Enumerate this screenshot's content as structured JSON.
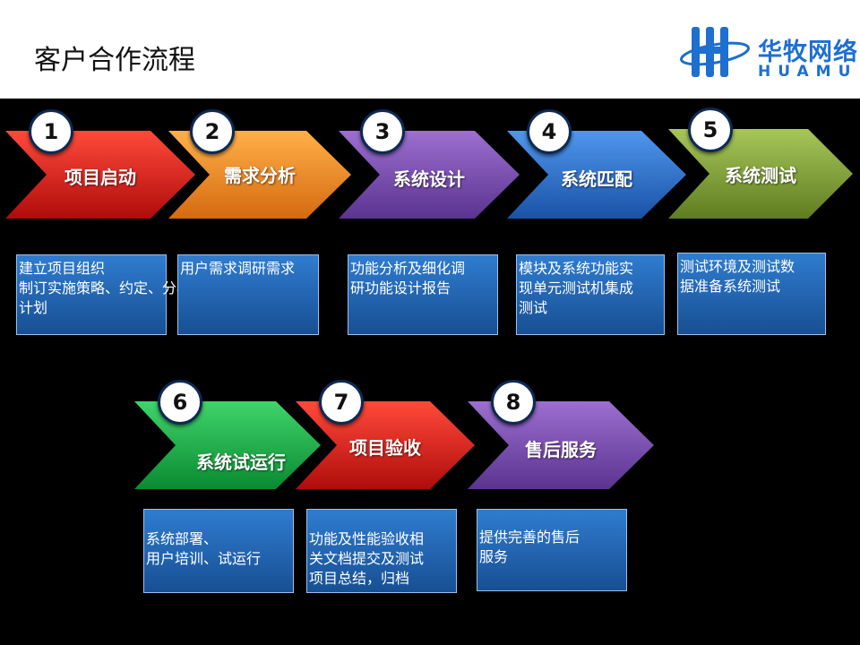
{
  "page_title": "客户合作流程",
  "logo": {
    "cn": "华牧网络",
    "en": "HUAMU"
  },
  "stages": [
    {
      "num": "1",
      "label": "项目启动",
      "desc": [
        "建立项目组织",
        "制订实施策略、约定、分析报告",
        "计划"
      ],
      "color": "#e01a18"
    },
    {
      "num": "2",
      "label": "需求分析",
      "desc": [
        "用户需求调研需求"
      ],
      "color": "#f58a1f"
    },
    {
      "num": "3",
      "label": "系统设计",
      "desc": [
        "功能分析及细化调",
        "研功能设计报告"
      ],
      "color": "#7e4fb3"
    },
    {
      "num": "4",
      "label": "系统匹配",
      "desc": [
        "模块及系统功能实",
        "现单元测试机集成",
        "测试"
      ],
      "color": "#2f78d6"
    },
    {
      "num": "5",
      "label": "系统测试",
      "desc": [
        "测试环境及测试数",
        "据准备系统测试"
      ],
      "color": "#8aad3a"
    },
    {
      "num": "6",
      "label": "系统试运行",
      "desc": [
        "系统部署、",
        "用户培训、试运行"
      ],
      "color": "#17b34a"
    },
    {
      "num": "7",
      "label": "项目验收",
      "desc": [
        "功能及性能验收相",
        "关文档提交及测试",
        "项目总结，归档"
      ],
      "color": "#e01a18"
    },
    {
      "num": "8",
      "label": "售后服务",
      "desc": [
        "提供完善的售后",
        "服务"
      ],
      "color": "#7e4fb3"
    }
  ]
}
